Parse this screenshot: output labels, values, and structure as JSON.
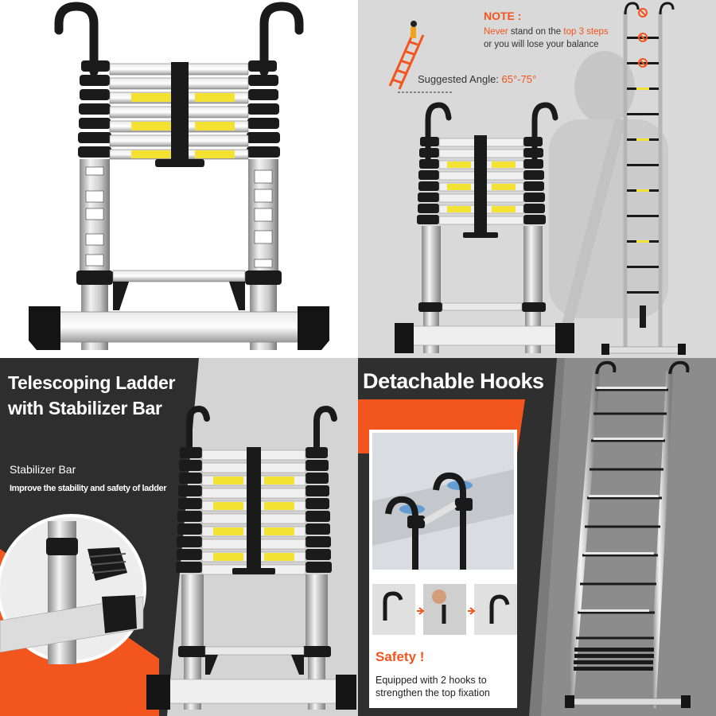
{
  "panel2": {
    "note_title": "NOTE :",
    "note_line1_a": "Never",
    "note_line1_b": " stand on the ",
    "note_line1_c": "top 3 steps",
    "note_line2": "or you will lose your balance",
    "angle_label": "Suggested Angle: ",
    "angle_value": "65°-75°"
  },
  "panel3": {
    "title_line1": "Telescoping Ladder",
    "title_line2": "with Stabilizer Bar",
    "subtitle": "Stabilizer Bar",
    "caption": "Improve the stability and safety of ladder"
  },
  "panel4": {
    "title": "Detachable Hooks",
    "safety_label": "Safety !",
    "desc_line1": "Equipped with 2 hooks to",
    "desc_line2": "strengthen the top fixation"
  },
  "colors": {
    "accent_orange": "#f2551d",
    "dark_panel": "#2e2e2e",
    "rung_yellow": "#f4e233",
    "black": "#111111"
  }
}
